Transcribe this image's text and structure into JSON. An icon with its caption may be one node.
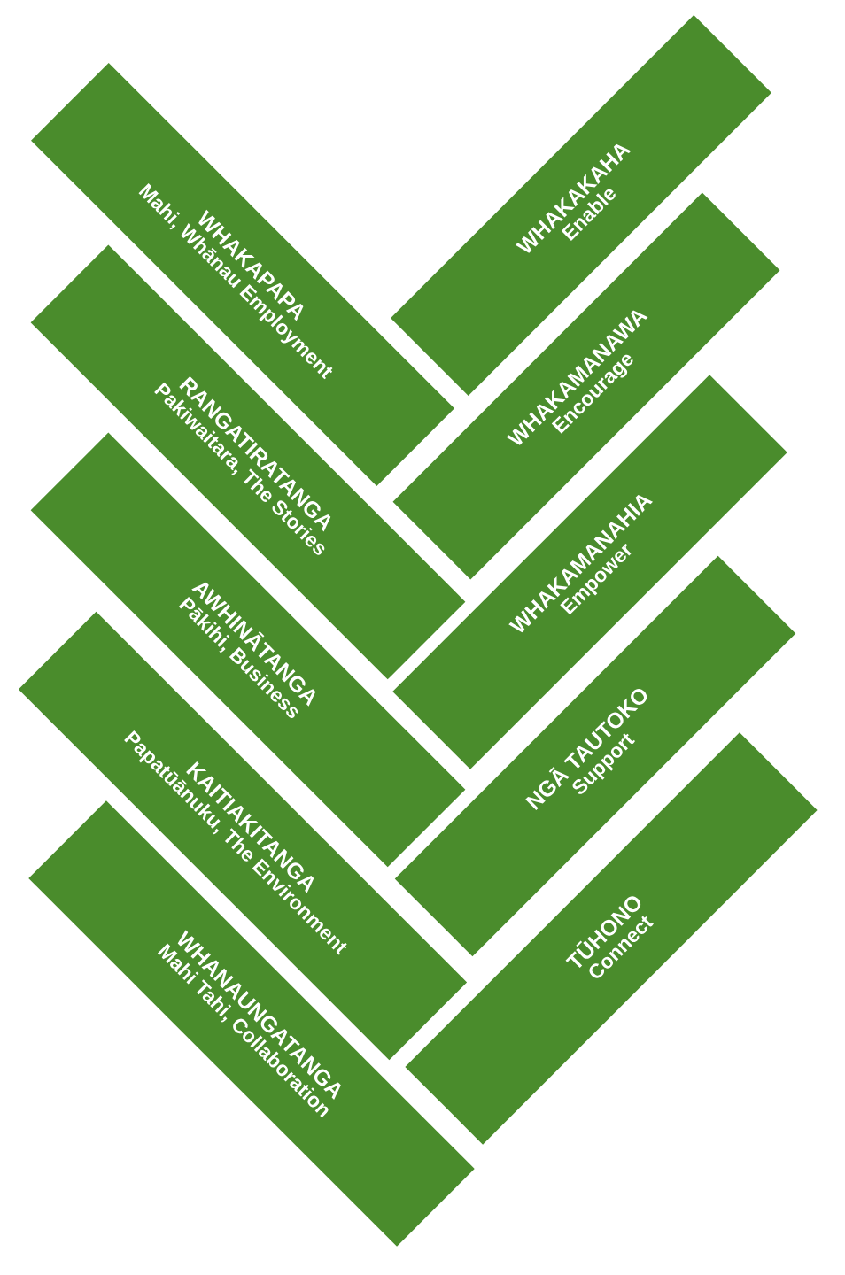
{
  "diagram": {
    "nodes": [
      {
        "text": [
          "WHAKAPAPA",
          "Mahi, Whānau Employment"
        ]
      },
      {
        "text": [
          "RANGATIRATANGA",
          "Pakiwaitara, The Stories"
        ]
      },
      {
        "text": [
          "AWHINĀTANGA",
          "Pākihi, Business"
        ]
      },
      {
        "text": [
          "KAITIAKITANGA",
          "Papatūānuku, The Environment"
        ]
      },
      {
        "text": [
          "WHANAUNGATANGA",
          "Mahi Tahi, Collaboration"
        ]
      },
      {
        "text": [
          "WHAKAKAHA",
          "Enable"
        ]
      },
      {
        "text": [
          "WHAKAMANAWA",
          "Encourage"
        ]
      },
      {
        "text": [
          "WHAKAMANAHIA",
          "Empower"
        ]
      },
      {
        "text": [
          "NGĀ TAUTOKO",
          "Support"
        ]
      },
      {
        "text": [
          "TŪHONO",
          "Connect"
        ]
      }
    ]
  }
}
